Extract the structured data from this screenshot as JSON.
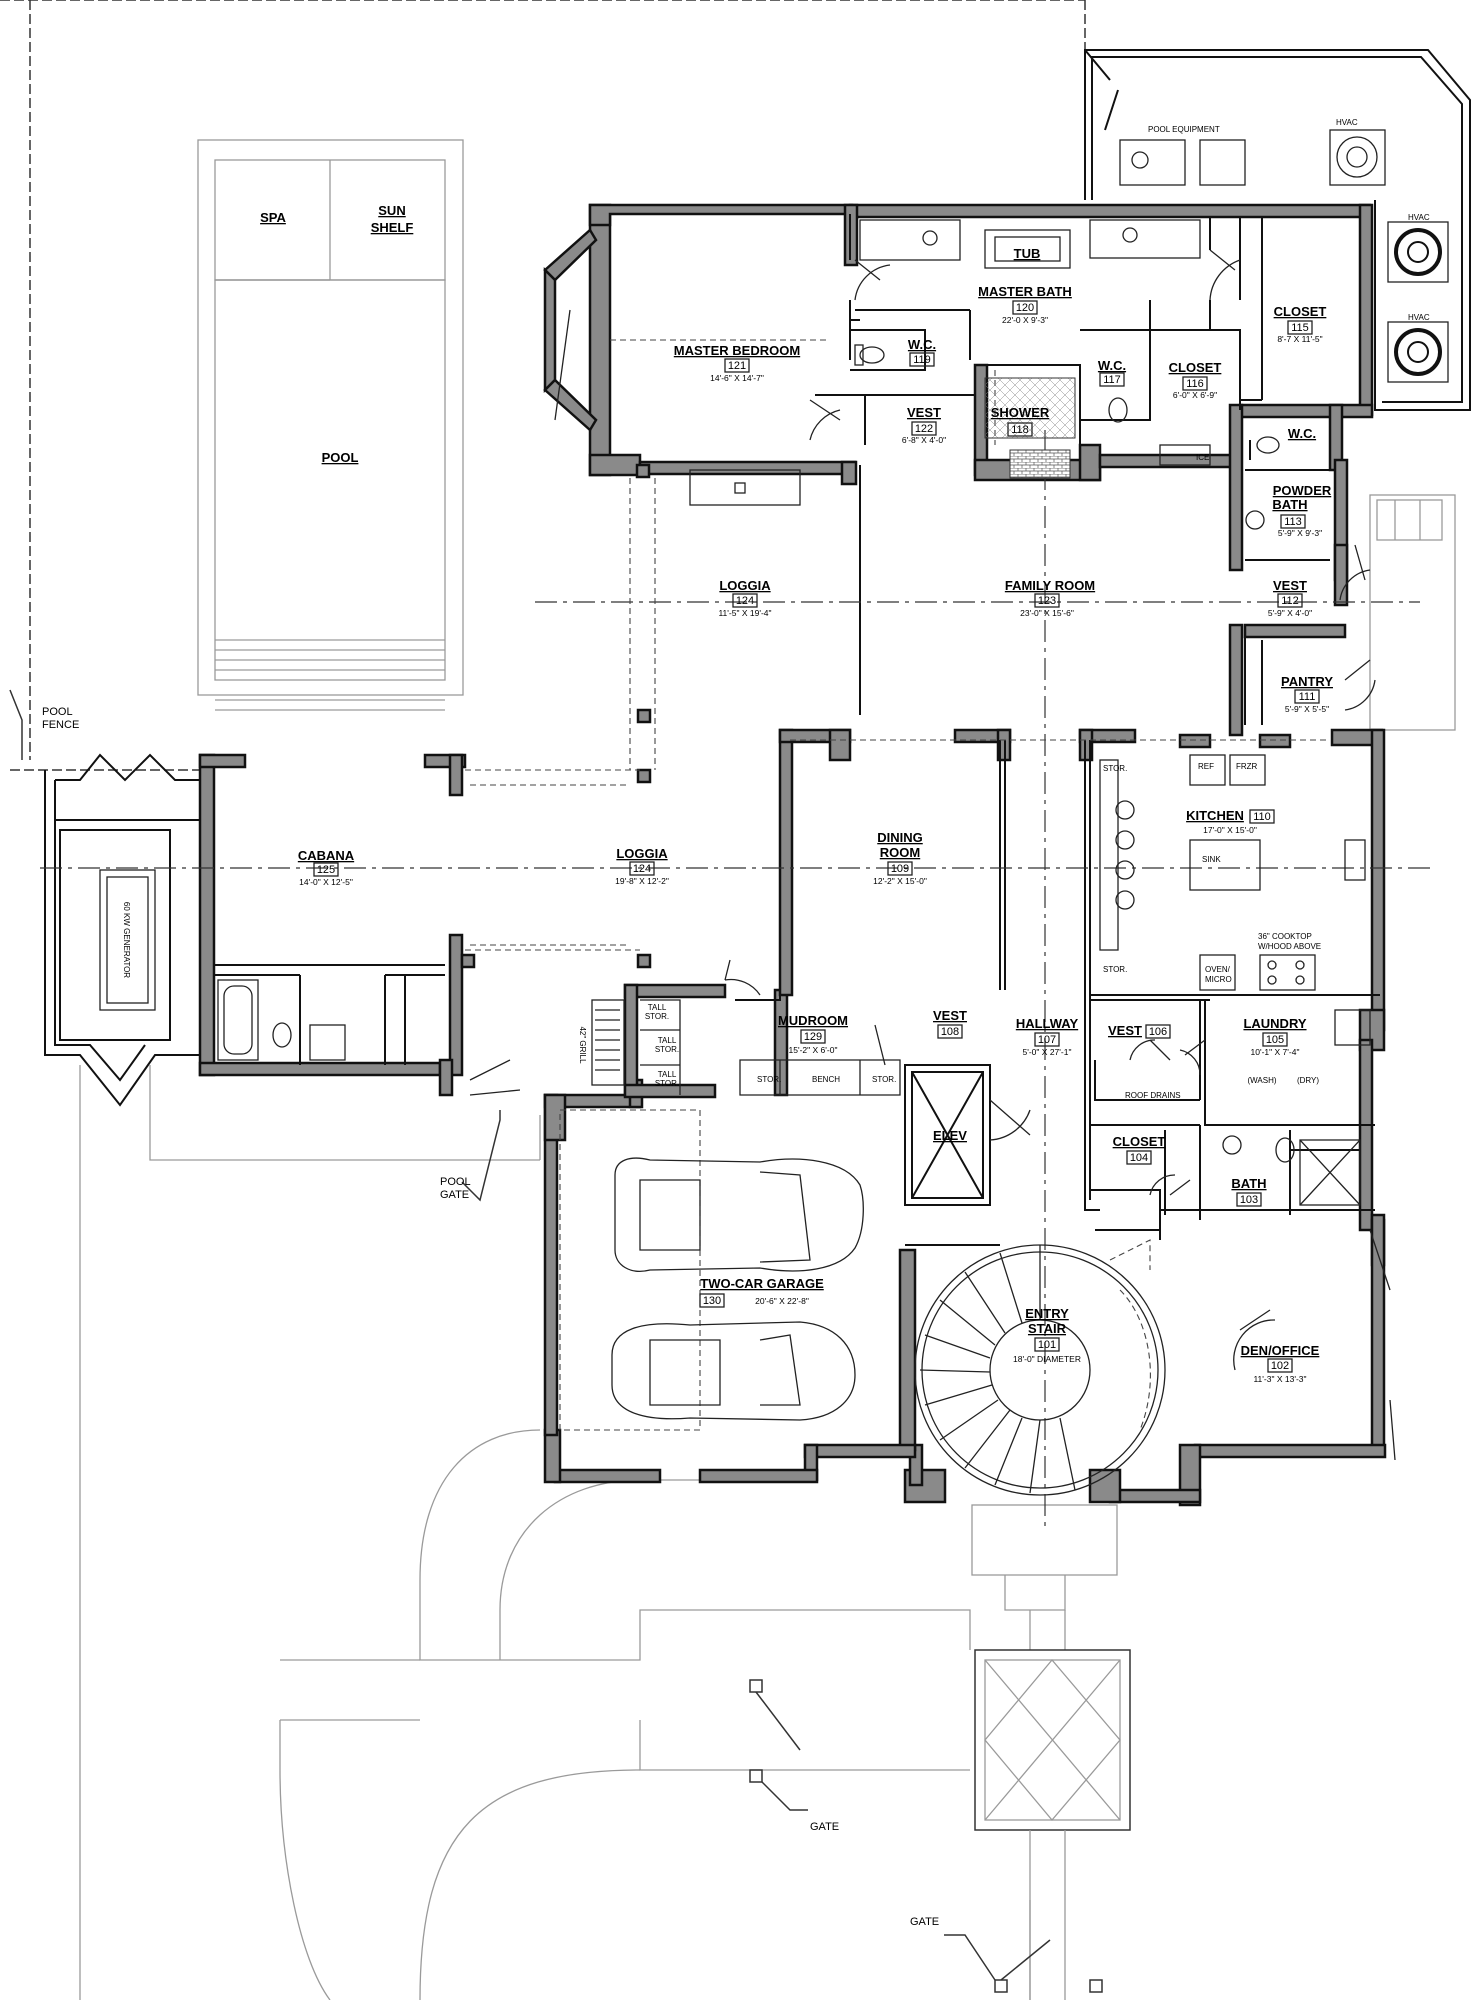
{
  "rooms": {
    "spa": "SPA",
    "sun_shelf_1": "SUN",
    "sun_shelf_2": "SHELF",
    "pool": "POOL",
    "pool_equipment": "POOL EQUIPMENT",
    "hvac": "HVAC",
    "master_bedroom": {
      "name": "MASTER BEDROOM",
      "num": "121",
      "dim": "14'-6\" X 14'-7\""
    },
    "master_bath": {
      "name": "MASTER BATH",
      "num": "120",
      "dim": "22'-0 X 9'-3\""
    },
    "tub": "TUB",
    "wc_119": {
      "name": "W.C.",
      "num": "119"
    },
    "wc_117": {
      "name": "W.C.",
      "num": "117"
    },
    "closet_116": {
      "name": "CLOSET",
      "num": "116",
      "dim": "6'-0\" X 6'-9\""
    },
    "closet_115": {
      "name": "CLOSET",
      "num": "115",
      "dim": "8'-7 X 11'-5\""
    },
    "vest_122": {
      "name": "VEST",
      "num": "122",
      "dim": "6'-8\" X 4'-0\""
    },
    "shower_118": {
      "name": "SHOWER",
      "num": "118"
    },
    "ice": "ICE",
    "wc_powder": "W.C.",
    "powder_bath": {
      "name1": "POWDER",
      "name2": "BATH",
      "num": "113",
      "dim": "5'-9\" X 9'-3\""
    },
    "loggia_upper": {
      "name": "LOGGIA",
      "num": "124",
      "dim": "11'-5\" X 19'-4\""
    },
    "family_room": {
      "name": "FAMILY ROOM",
      "num": "123",
      "dim": "23'-0\" X 15'-6\""
    },
    "vest_112": {
      "name": "VEST",
      "num": "112",
      "dim": "5'-9\" X 4'-0\""
    },
    "pantry": {
      "name": "PANTRY",
      "num": "111",
      "dim": "5'-9\" X 5'-5\""
    },
    "cabana": {
      "name": "CABANA",
      "num": "125",
      "dim": "14'-0\" X 12'-5\""
    },
    "loggia_lower": {
      "name": "LOGGIA",
      "num": "124",
      "dim": "19'-8\" X 12'-2\""
    },
    "dining": {
      "name1": "DINING",
      "name2": "ROOM",
      "num": "109",
      "dim": "12'-2\" X 15'-0\""
    },
    "kitchen": {
      "name": "KITCHEN",
      "num": "110",
      "dim": "17'-0\" X 15'-0\""
    },
    "stor": "STOR.",
    "ref": "REF",
    "frzr": "FRZR",
    "sink": "SINK",
    "cooktop1": "36\" COOKTOP",
    "cooktop2": "W/HOOD ABOVE",
    "oven1": "OVEN/",
    "oven2": "MICRO",
    "generator": "60 KW GENERATOR",
    "grill": "42\" GRILL",
    "tall_stor1": "TALL",
    "tall_stor2": "STOR.",
    "mudroom": {
      "name": "MUDROOM",
      "num": "129",
      "dim": "15'-2\" X 6'-0\""
    },
    "bench": "BENCH",
    "vest_108": {
      "name": "VEST",
      "num": "108"
    },
    "hallway": {
      "name": "HALLWAY",
      "num": "107",
      "dim": "5'-0\" X 27'-1\""
    },
    "vest_106": {
      "name": "VEST",
      "num": "106"
    },
    "roof_drains": "ROOF DRAINS",
    "laundry": {
      "name": "LAUNDRY",
      "num": "105",
      "dim": "10'-1\" X 7'-4\""
    },
    "wash": "(WASH)",
    "dry": "(DRY)",
    "closet_104": {
      "name": "CLOSET",
      "num": "104"
    },
    "bath_103": {
      "name": "BATH",
      "num": "103"
    },
    "elev": "ELEV",
    "garage": {
      "name": "TWO-CAR GARAGE",
      "num": "130",
      "dim": "20'-6\" X 22'-8\""
    },
    "entry_stair": {
      "name1": "ENTRY",
      "name2": "STAIR",
      "num": "101",
      "dim": "18'-0\" DIAMETER"
    },
    "den": {
      "name": "DEN/OFFICE",
      "num": "102",
      "dim": "11'-3\" X 13'-3\""
    },
    "pool_fence1": "POOL",
    "pool_fence2": "FENCE",
    "pool_gate1": "POOL",
    "pool_gate2": "GATE",
    "gate": "GATE",
    "gate2": "GATE"
  }
}
